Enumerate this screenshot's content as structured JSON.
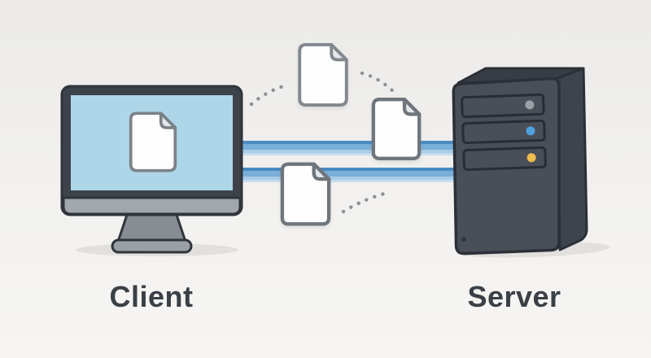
{
  "client": {
    "label": "Client",
    "type": "desktop-monitor",
    "screen_color": "#aed6e9",
    "frame_color": "#3e434b",
    "screen_icon": "document-icon"
  },
  "server": {
    "label": "Server",
    "type": "server-tower",
    "body_color": "#4a4e57",
    "bays": [
      {
        "led": "gray",
        "led_color": "#9ba1a7"
      },
      {
        "led": "blue",
        "led_color": "#4da0dc"
      },
      {
        "led": "yellow",
        "led_color": "#eebb4d"
      }
    ]
  },
  "transfer": {
    "pipe_count": 2,
    "pipe_color": "#4a8bc2",
    "document_count": 3,
    "documents": [
      {
        "name": "document-top"
      },
      {
        "name": "document-middle"
      },
      {
        "name": "document-bottom"
      }
    ],
    "dotted_arc_count": 3,
    "dot_color": "#8c9196"
  }
}
